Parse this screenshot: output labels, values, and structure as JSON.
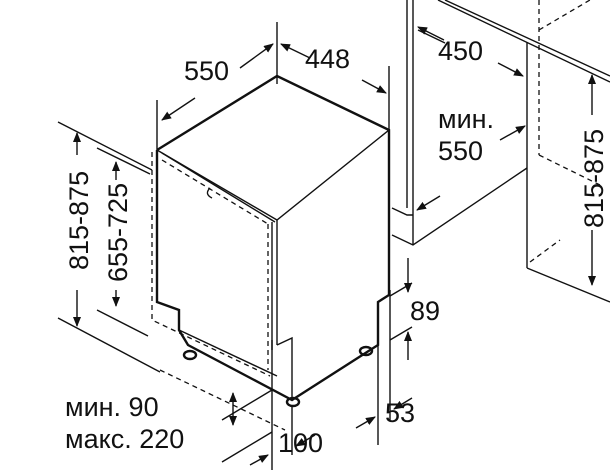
{
  "diagram": {
    "title": "Dishwasher installation dimensions",
    "width_label": "448",
    "depth_label": "550",
    "cabinet_depth_label": "450",
    "niche_depth_min_label": "мин.",
    "niche_depth_value": "550",
    "height_label": "815-875",
    "door_height_label": "655-725",
    "niche_height_label": "815-875",
    "plinth_label": "89",
    "leg_offset_label": "53",
    "plinth_min_label": "мин. 90",
    "plinth_max_label": "макс. 220",
    "plinth_depth_label": "100"
  }
}
